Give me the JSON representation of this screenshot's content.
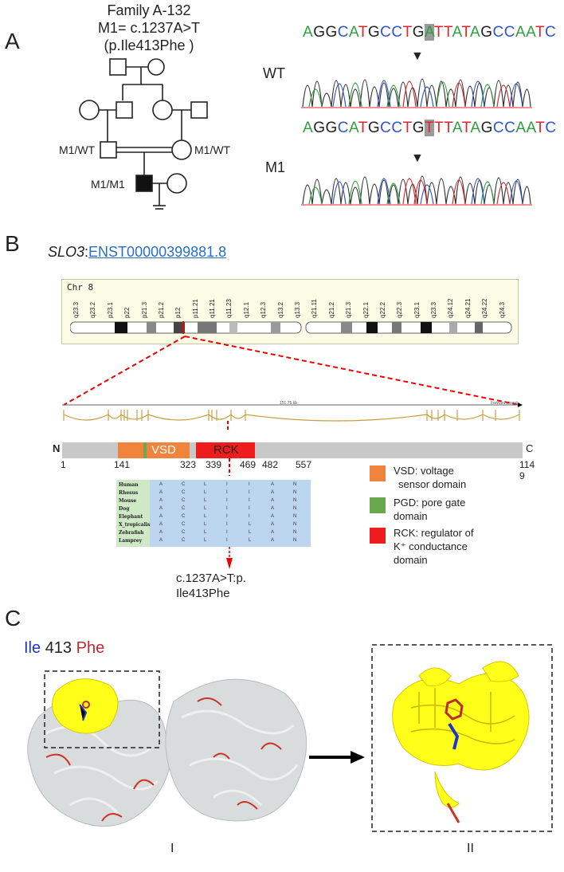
{
  "panelA": {
    "letter": "A",
    "family": "Family A-132",
    "m1_def": "M1= c.1237A>T",
    "protein": "(p.Ile413Phe )",
    "gen3_left": "M1/WT",
    "gen3_right": "M1/WT",
    "proband": "M1/M1",
    "wt_label": "WT",
    "m1_label": "M1",
    "wt_seq_pre": "AGGCATGCCTG",
    "wt_seq_hl": "A",
    "wt_seq_post": "TTATAGCCAATC",
    "m1_seq_pre": "AGGCATGCCTG",
    "m1_seq_hl": "T",
    "m1_seq_post": "TTATAGCCAATC"
  },
  "panelB": {
    "letter": "B",
    "gene": "SLO3",
    "sep": ":",
    "transcript": "ENST00000399881.8",
    "chr_label": "Chr 8",
    "bands": [
      "q23.3",
      "q23.2",
      "p23.1",
      "p22",
      "p21.3",
      "p21.2",
      "p12",
      "p11.21",
      "q11.21",
      "q11.23",
      "q12.1",
      "q12.3",
      "q13.2",
      "q13.3",
      "q21.11",
      "q21.2",
      "q21.3",
      "q22.1",
      "q22.2",
      "q22.3",
      "q23.1",
      "q23.3",
      "q24.12",
      "q24.21",
      "q24.22",
      "q24.3"
    ],
    "kb_label": "151.75 kb",
    "strand_label": "Forward strand",
    "n_term": "N",
    "c_term": "C",
    "vsd": "VSD",
    "rck": "RCK",
    "positions": [
      "1",
      "141",
      "323",
      "339",
      "469",
      "482",
      "557"
    ],
    "pos_end_1": "114",
    "pos_end_2": "9",
    "species": [
      "Human",
      "Rhesus",
      "Mouse",
      "Dog",
      "Elephant",
      "X_tropicalis",
      "Zebrafish",
      "Lamprey"
    ],
    "msa_cols": [
      "A",
      "C",
      "L",
      "I",
      "I",
      "A",
      "N"
    ],
    "msa_col5": [
      "I",
      "I",
      "I",
      "I",
      "I",
      "L",
      "L",
      "L"
    ],
    "mutation_line1": "c.1237A>T:p.",
    "mutation_line2": "Ile413Phe",
    "legend": [
      {
        "color": "#f0843c",
        "line1": "VSD: voltage",
        "line2": "sensor domain",
        "line3": ""
      },
      {
        "color": "#6aa84f",
        "line1": "PGD: pore gate",
        "line2": "domain",
        "line3": ""
      },
      {
        "color": "#ee1c1c",
        "line1": "RCK: regulator of",
        "line2": "K⁺ conductance",
        "line3": "domain"
      }
    ]
  },
  "panelC": {
    "letter": "C",
    "ile": "Ile",
    "num": "413",
    "phe": "Phe",
    "label_i": "I",
    "label_ii": "II"
  }
}
